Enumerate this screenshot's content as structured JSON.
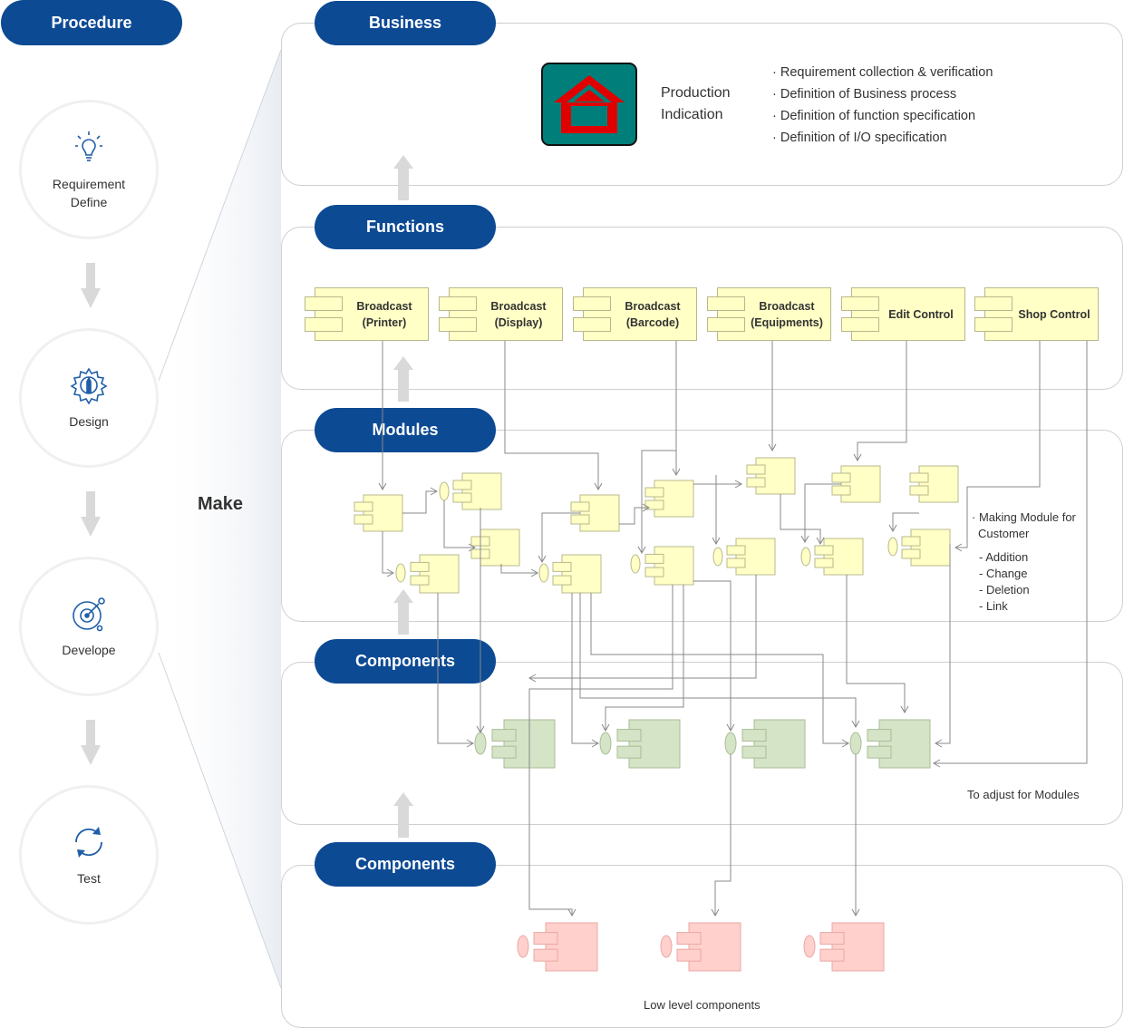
{
  "procedure": {
    "title": "Procedure",
    "steps": [
      {
        "label_line1": "Requirement",
        "label_line2": "Define",
        "icon": "lightbulb-icon"
      },
      {
        "label_line1": "Design",
        "label_line2": "",
        "icon": "gear-pencil-icon"
      },
      {
        "label_line1": "Develope",
        "label_line2": "",
        "icon": "target-icon"
      },
      {
        "label_line1": "Test",
        "label_line2": "",
        "icon": "refresh-icon"
      }
    ],
    "make_label": "Make"
  },
  "layers": {
    "business": "Business",
    "functions": "Functions",
    "modules": "Modules",
    "components": "Components",
    "low_components": "Components"
  },
  "business": {
    "logo_icon": "house-logo-icon",
    "title_line1": "Production",
    "title_line2": "Indication",
    "bullets": [
      "· Requirement collection & verification",
      "· Definition of Business process",
      "· Definition of function specification",
      "· Definition of I/O specification"
    ]
  },
  "functions": [
    {
      "line1": "Broadcast",
      "line2": "(Printer)"
    },
    {
      "line1": "Broadcast",
      "line2": "(Display)"
    },
    {
      "line1": "Broadcast",
      "line2": "(Barcode)"
    },
    {
      "line1": "Broadcast",
      "line2": "(Equipments)"
    },
    {
      "line1": "Edit Control",
      "line2": ""
    },
    {
      "line1": "Shop Control",
      "line2": ""
    }
  ],
  "modules_note": {
    "line1": "· Making Module for",
    "line2": "Customer",
    "items": [
      "- Addition",
      "- Change",
      "- Deletion",
      "- Link"
    ]
  },
  "components_note": "To adjust for Modules",
  "low_components_note": "Low level components",
  "colors": {
    "pill": "#0d4a94",
    "function_box": "#ffffc6",
    "component_box": "#d5e3c6",
    "low_component_box": "#ffd0cc",
    "logo_bg": "#007f7a",
    "logo_house": "#e00000"
  }
}
